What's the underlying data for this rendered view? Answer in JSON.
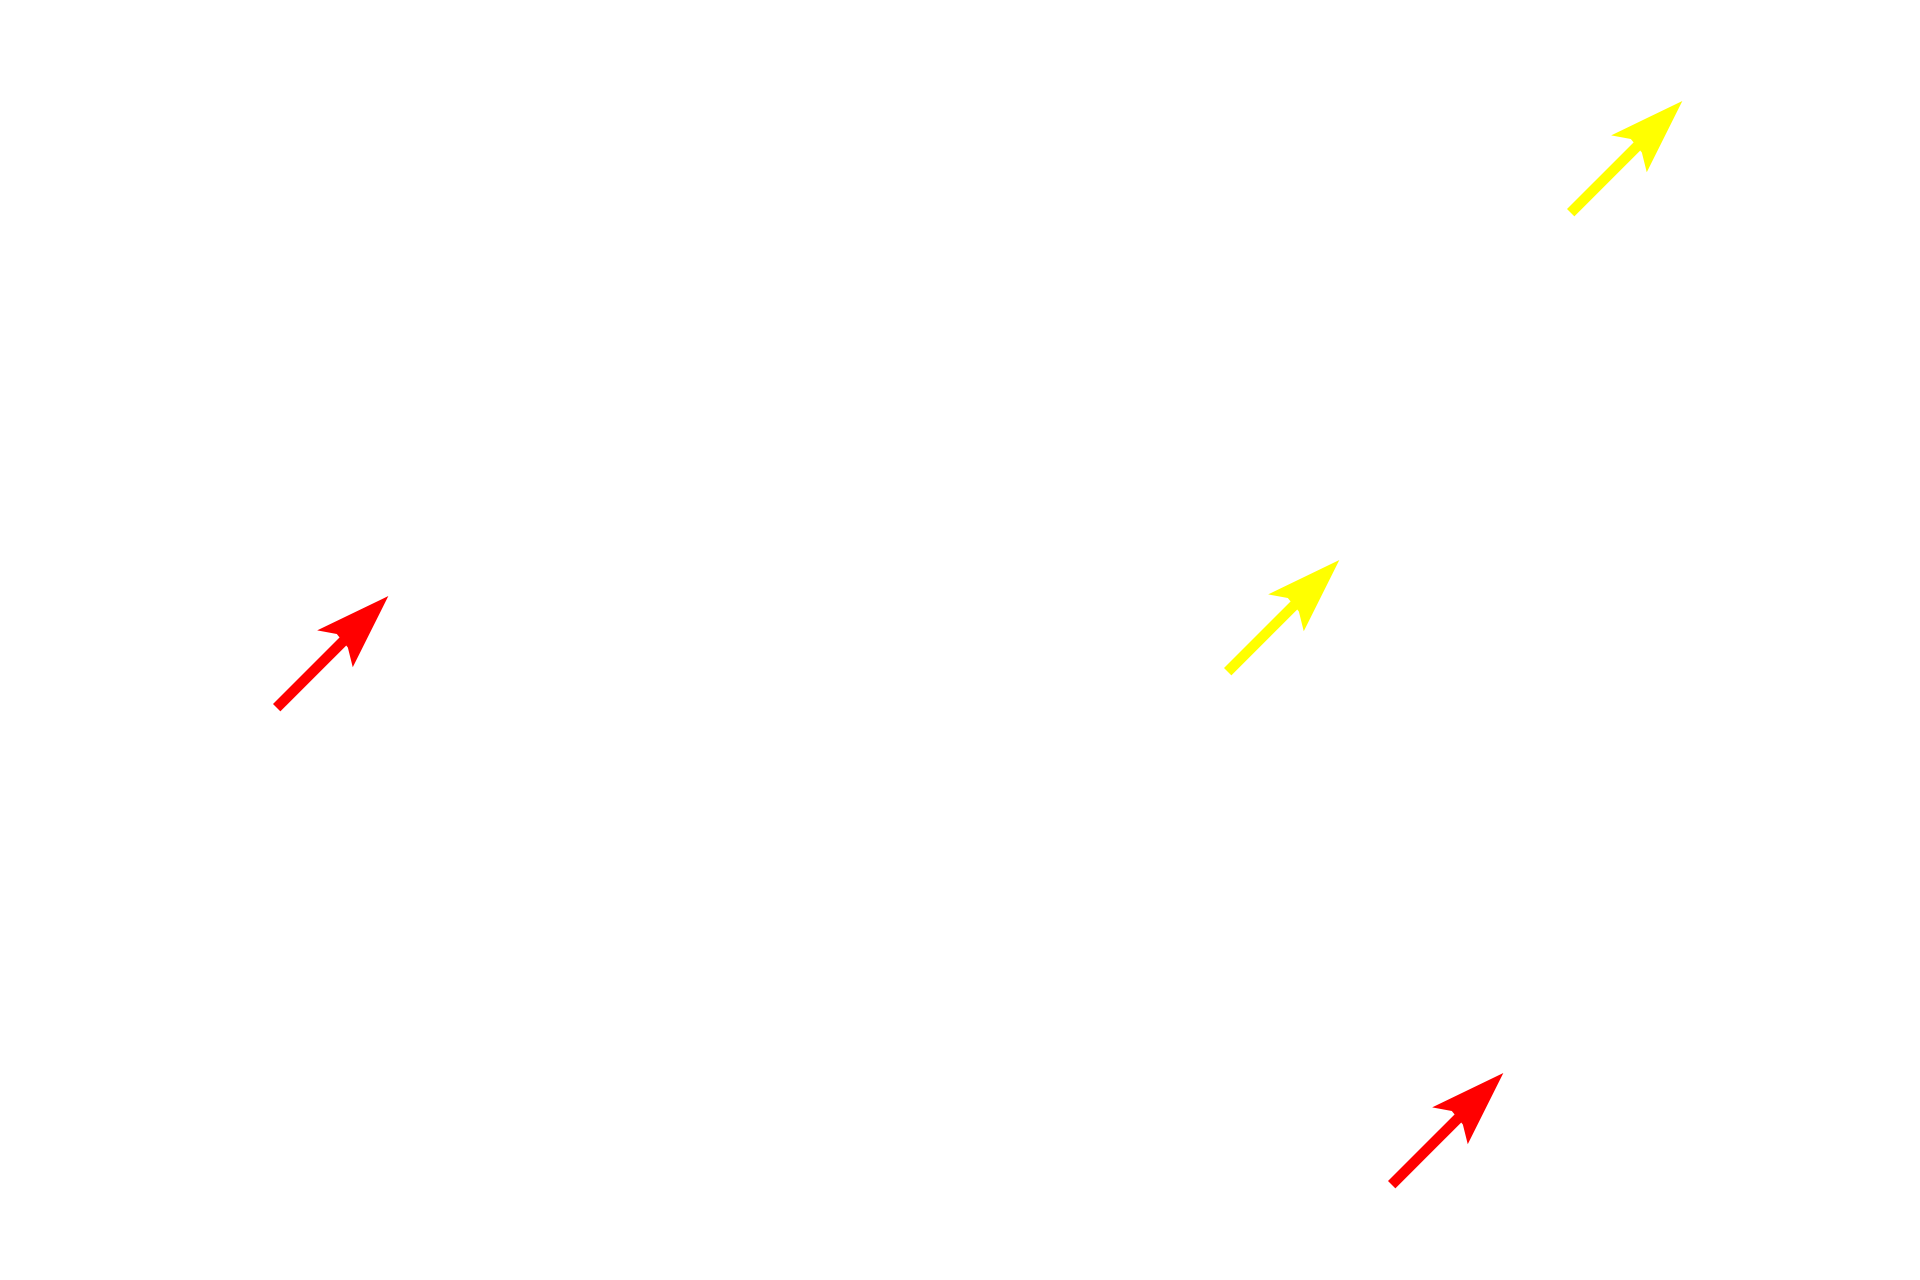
{
  "arrow_colors": {
    "yellow": "#ffff00",
    "red": "#ff0000"
  },
  "arrows": [
    {
      "name": "yellow-arrow-top-right",
      "color": "yellow",
      "direction": "up-right"
    },
    {
      "name": "yellow-arrow-center-right",
      "color": "yellow",
      "direction": "up-right"
    },
    {
      "name": "red-arrow-left",
      "color": "red",
      "direction": "up-right"
    },
    {
      "name": "red-arrow-bottom-right",
      "color": "red",
      "direction": "up-right"
    }
  ]
}
